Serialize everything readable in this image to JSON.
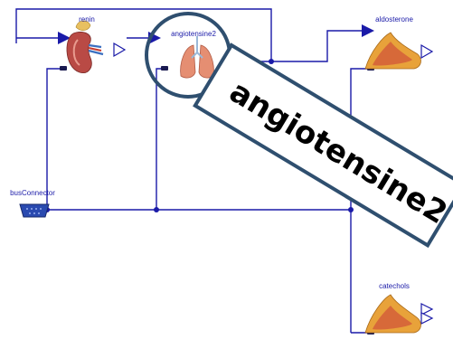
{
  "labels": {
    "renin": "renin",
    "angiotensine2": "angiotensine2",
    "aldosterone": "aldosterone",
    "bus_connector": "busConnector",
    "catechols": "catechols"
  },
  "zoom_callout": {
    "text": "angiotensine2"
  },
  "colors": {
    "wire": "#1a1aa8",
    "label": "#1a1aa8",
    "callout_ring": "#2f4f6f",
    "gland": "#e8a23a",
    "gland_inner": "#d2553a",
    "lung": "#e58e72",
    "kidney": "#b94a45"
  }
}
